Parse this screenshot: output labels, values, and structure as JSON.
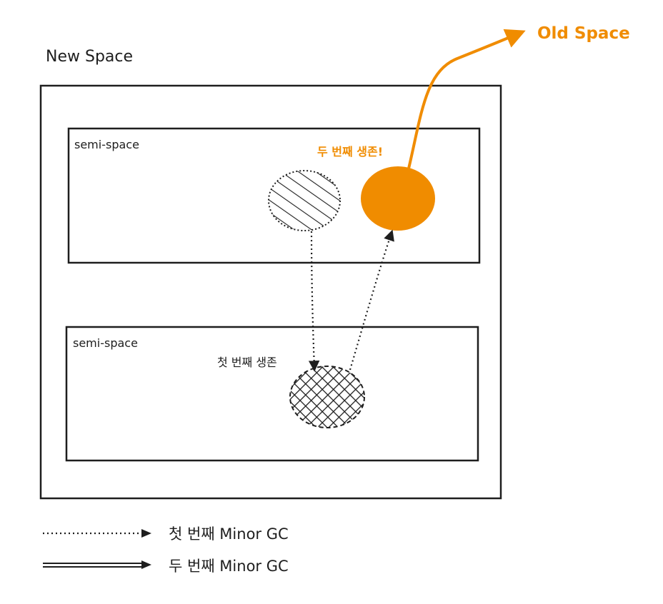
{
  "labels": {
    "new_space": "New Space",
    "old_space": "Old Space",
    "semi_space_top": "semi-space",
    "semi_space_bottom": "semi-space",
    "second_survival": "두 번째 생존!",
    "first_survival": "첫 번째 생존"
  },
  "legend": {
    "first_gc": "첫 번째 Minor GC",
    "second_gc": "두 번째 Minor GC"
  },
  "colors": {
    "accent": "#f08c00",
    "ink": "#1e1e1e"
  }
}
